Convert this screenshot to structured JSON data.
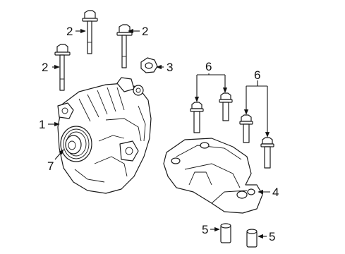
{
  "callouts": [
    {
      "id": "bolt-a",
      "text": "2"
    },
    {
      "id": "bolt-b",
      "text": "2"
    },
    {
      "id": "bolt-c",
      "text": "2"
    },
    {
      "id": "nut",
      "text": "3"
    },
    {
      "id": "stud-group-a",
      "text": "6"
    },
    {
      "id": "stud-group-b",
      "text": "6"
    },
    {
      "id": "alternator",
      "text": "1"
    },
    {
      "id": "pulley",
      "text": "7"
    },
    {
      "id": "bracket",
      "text": "4"
    },
    {
      "id": "spacer-a",
      "text": "5"
    },
    {
      "id": "spacer-b",
      "text": "5"
    }
  ]
}
